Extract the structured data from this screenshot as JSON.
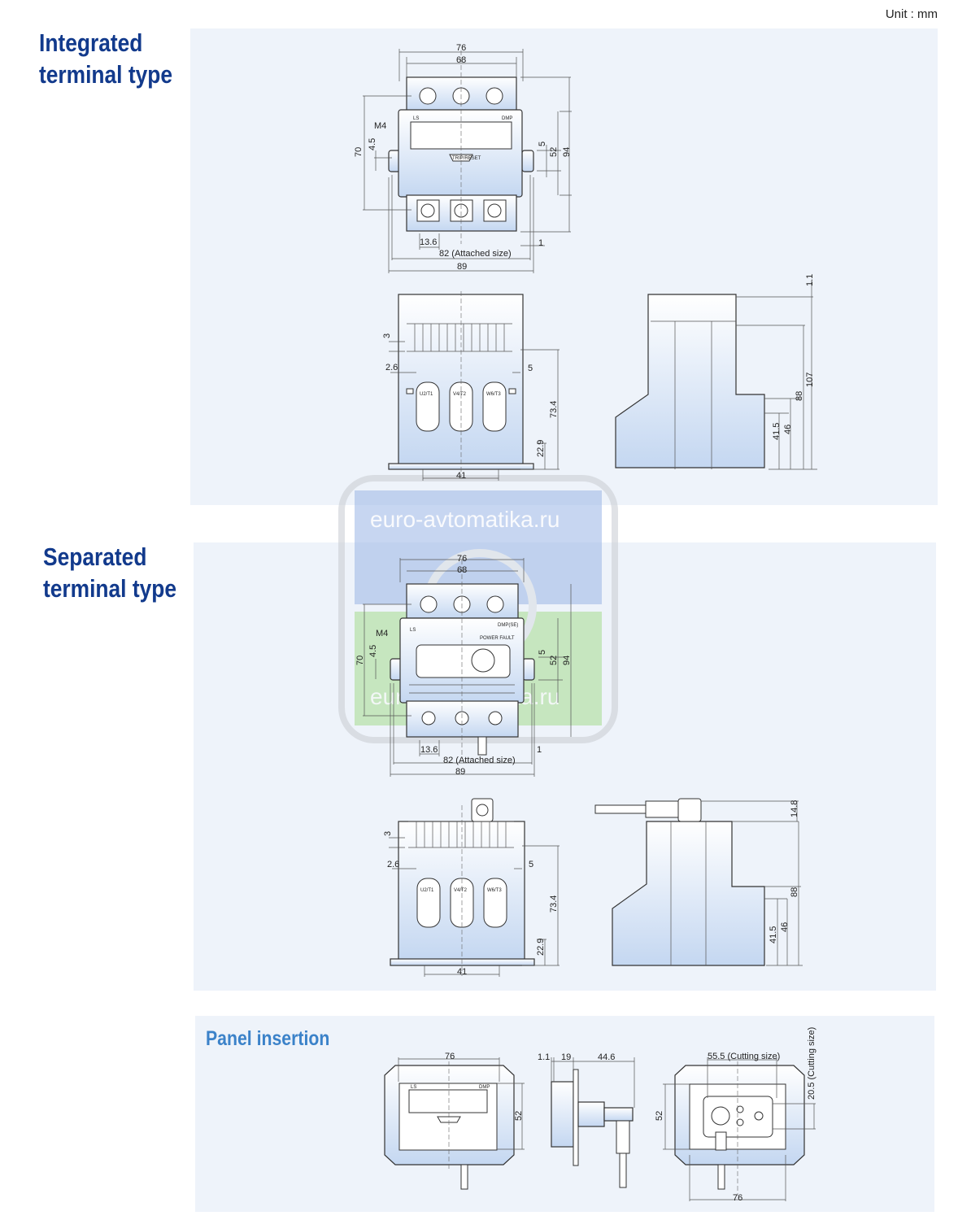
{
  "unit_label": "Unit : mm",
  "sections": {
    "integrated": {
      "title_line1": "Integrated",
      "title_line2": "terminal type"
    },
    "separated": {
      "title_line1": "Separated",
      "title_line2": "terminal type"
    },
    "panel": {
      "title": "Panel insertion"
    }
  },
  "watermark": "euro-avtomatika.ru",
  "device_labels": {
    "brand": "LS",
    "model": "DMP",
    "model_se": "DMP(SE)",
    "button": "TRIP/RESET",
    "leds": "POWER  FAULT",
    "t1": "U2/T1",
    "t2": "V4/T2",
    "t3": "W6/T3"
  },
  "colors": {
    "title": "#123a8c",
    "subtitle": "#3b82c9",
    "panel_bg": "#eef3fa",
    "body_fill": "#c9dbf2"
  },
  "integrated_front": {
    "w76": "76",
    "w68": "68",
    "m4": "M4",
    "d45": "4.5",
    "h70": "70",
    "d5": "5",
    "h52": "52",
    "h94": "94",
    "d136": "13.6",
    "w82": "82 (Attached size)",
    "d1": "1",
    "w89": "89"
  },
  "integrated_back": {
    "d3": "3",
    "d26": "2.6",
    "d5": "5",
    "h734": "73.4",
    "h229": "22.9",
    "w41": "41"
  },
  "integrated_side": {
    "d11": "1.1",
    "h107": "107",
    "h88": "88",
    "h415": "41.5",
    "h46": "46"
  },
  "separated_front": {
    "w76": "76",
    "w68": "68",
    "m4": "M4",
    "d45": "4.5",
    "h70": "70",
    "d5": "5",
    "h52": "52",
    "h94": "94",
    "d136": "13.6",
    "w82": "82 (Attached size)",
    "d1": "1",
    "w89": "89"
  },
  "separated_back": {
    "d3": "3",
    "d26": "2.6",
    "d5": "5",
    "h734": "73.4",
    "h229": "22.9",
    "w41": "41"
  },
  "separated_side": {
    "h148": "14.8",
    "h88": "88",
    "h415": "41.5",
    "h46": "46"
  },
  "panel_front": {
    "w76": "76",
    "h52": "52"
  },
  "panel_side": {
    "d11": "1.1",
    "d19": "19",
    "d446": "44.6"
  },
  "panel_back": {
    "w555": "55.5 (Cutting size)",
    "h205": "20.5 (Cutting size)",
    "h52": "52",
    "w76": "76"
  }
}
